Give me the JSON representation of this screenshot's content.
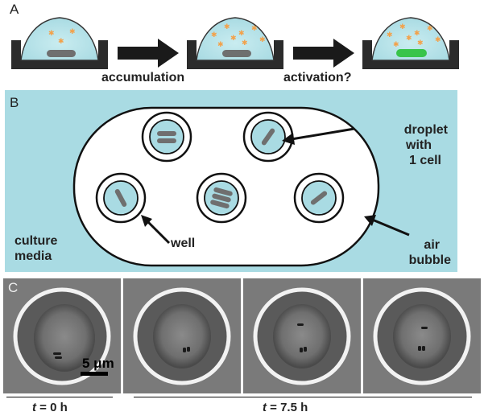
{
  "panel_a": {
    "letter": "A",
    "arrow_labels": [
      "accumulation",
      "activation?"
    ]
  },
  "panel_b": {
    "letter": "B",
    "labels": {
      "droplet": [
        "droplet",
        "with",
        "1 cell"
      ],
      "culture": [
        "culture",
        "media"
      ],
      "well": "well",
      "air": [
        "air",
        "bubble"
      ]
    },
    "colors": {
      "media": "#a9dbe3",
      "cell": "#6f6f6f",
      "green": "#39c44a",
      "particle": "#f3a14a"
    }
  },
  "panel_c": {
    "letter": "C",
    "scale_bar": "5 μm",
    "time_labels": [
      {
        "var": "t",
        "rest": " = 0 h"
      },
      {
        "var": "t",
        "rest": " = 7.5 h"
      }
    ]
  }
}
